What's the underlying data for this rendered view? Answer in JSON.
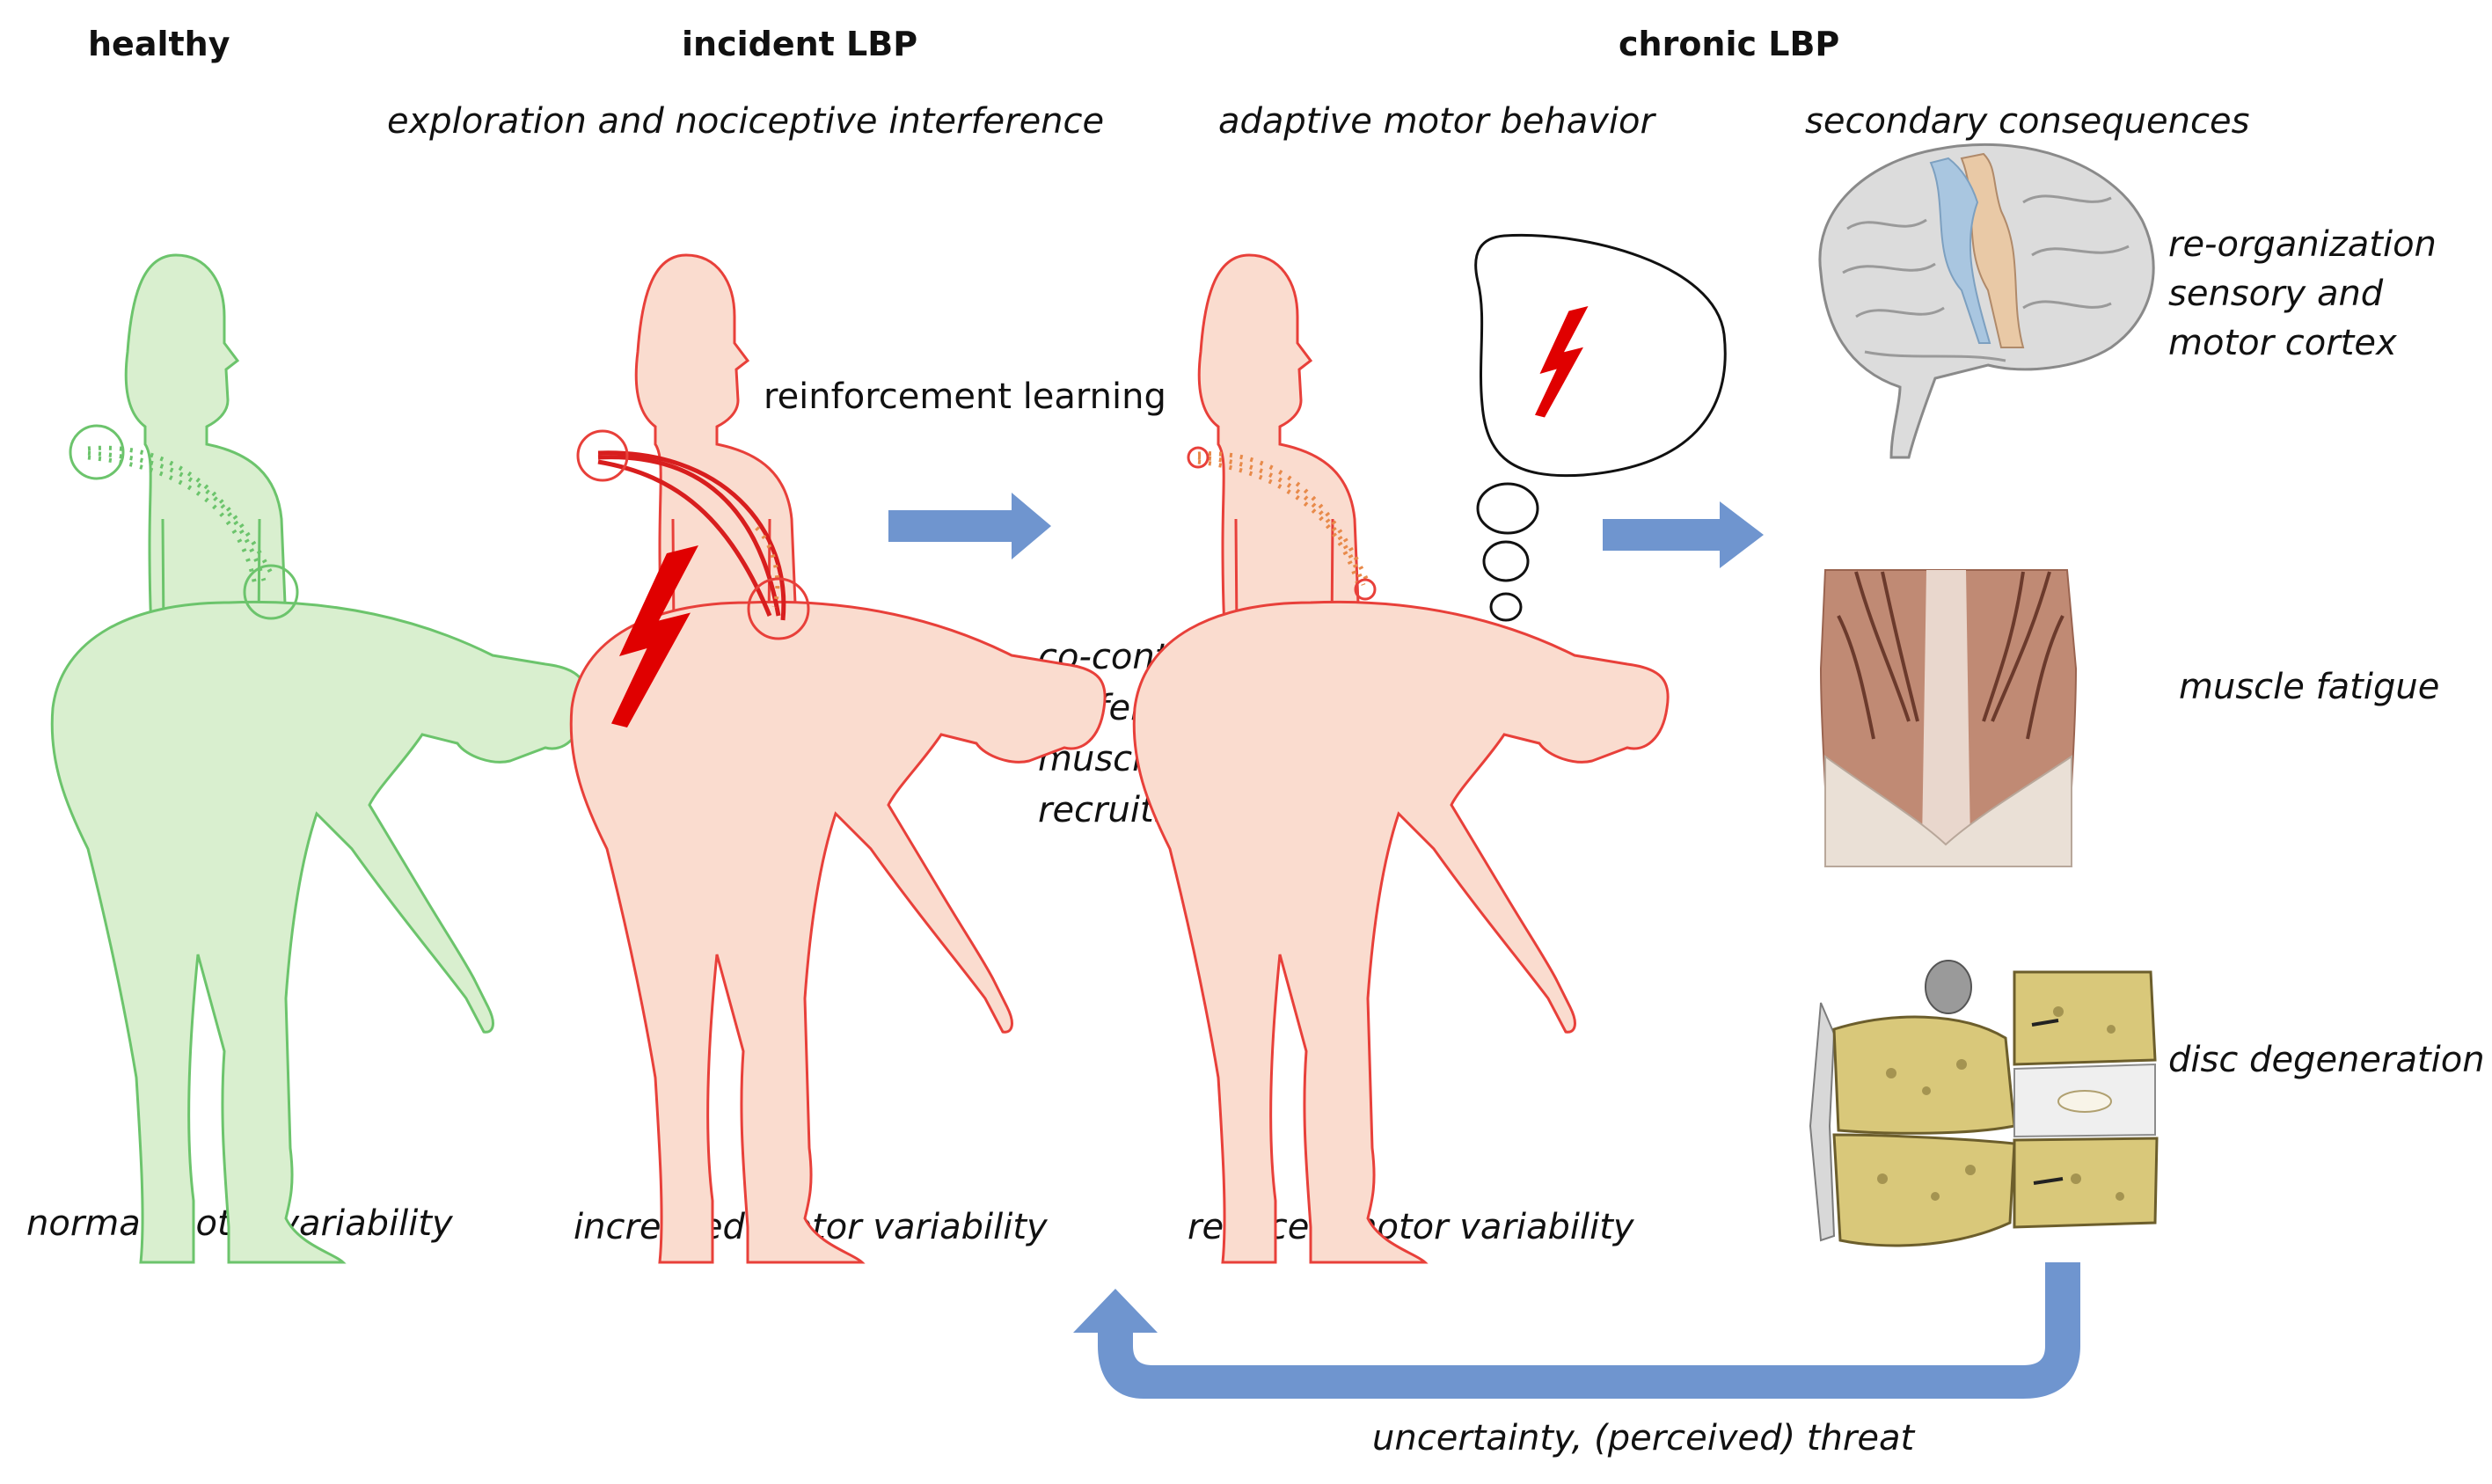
{
  "headers": {
    "healthy": "healthy",
    "incident": "incident LBP",
    "chronic": "chronic LBP"
  },
  "subtitles": {
    "exploration": "exploration and nociceptive interference",
    "adaptive": "adaptive motor behavior",
    "secondary": "secondary consequences"
  },
  "labels": {
    "reinforcement": "reinforcement learning",
    "cocontraction": [
      "co-contraction,",
      "preferential",
      "muscle",
      "recruitment"
    ],
    "reorganization": [
      "re-organization",
      "sensory and",
      "motor cortex"
    ],
    "fatigue": "muscle fatigue",
    "disc": "disc degeneration",
    "normal": "normal motor variability",
    "increased": "increased motor variability",
    "reduced": "reduced motor variability",
    "threat": "uncertainty, (perceived) threat"
  },
  "colors": {
    "healthy_stroke": "#6cc46c",
    "healthy_fill": "#d9efcf",
    "pain_stroke": "#e8403a",
    "pain_fill": "#fadccf",
    "bolt": "#e00000",
    "arrow": "#6f95cf",
    "dotted": "#e88a4a"
  },
  "icons": {
    "bolt": "lightning-bolt-icon",
    "brain": "brain-illustration",
    "muscles": "back-muscles-illustration",
    "spine": "vertebrae-illustration"
  }
}
